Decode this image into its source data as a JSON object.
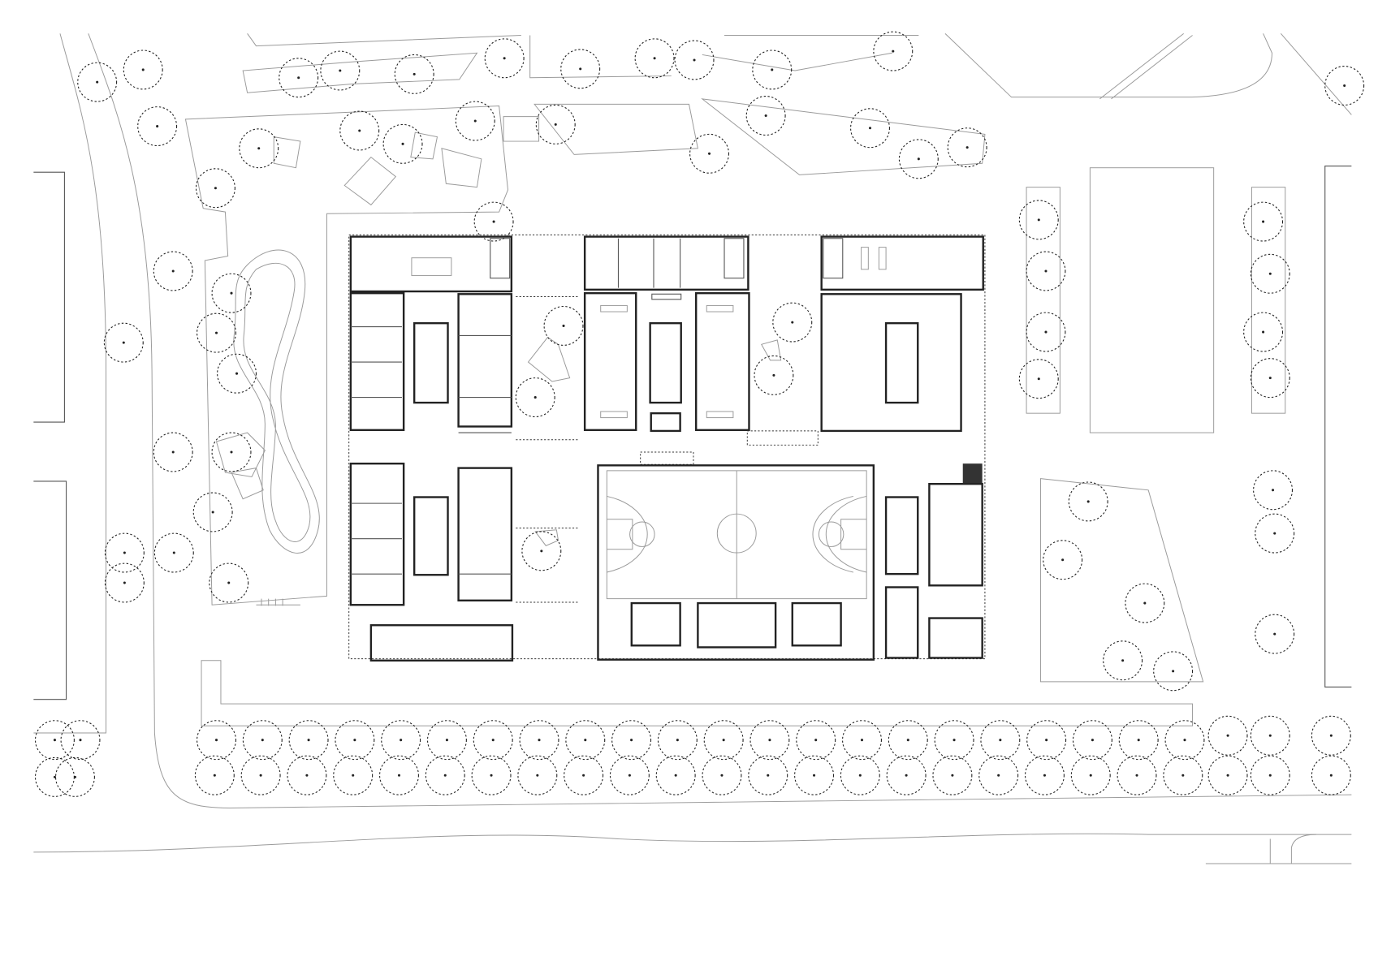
{
  "drawing": {
    "type": "site-plan",
    "colors": {
      "background": "#ffffff",
      "walls": "#222222",
      "context_lines": "#9a9a9a"
    },
    "features": [
      "building-floor-plan",
      "basketball-court",
      "courtyards",
      "trees",
      "streets",
      "playground-path"
    ]
  }
}
